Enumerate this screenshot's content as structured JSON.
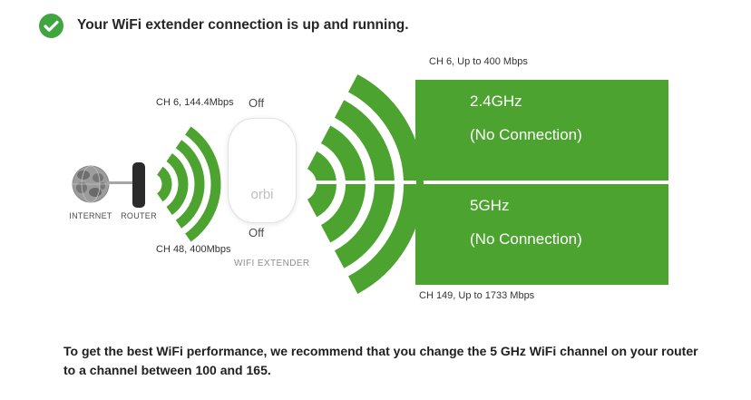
{
  "status": {
    "title": "Your WiFi extender connection is up and running."
  },
  "diagram": {
    "internet_label": "INTERNET",
    "router_label": "ROUTER",
    "extender_label": "WIFI EXTENDER",
    "extender_brand": "orbi",
    "backhaul": {
      "ch24_label": "CH 6, 144.4Mbps",
      "off_top": "Off",
      "off_bottom": "Off",
      "ch5_label": "CH 48, 400Mbps"
    },
    "bands": {
      "top_caption": "CH 6, Up to 400 Mbps",
      "bottom_caption": "CH 149, Up to 1733 Mbps",
      "band_24ghz": {
        "freq": "2.4GHz",
        "status": "(No Connection)"
      },
      "band_5ghz": {
        "freq": "5GHz",
        "status": "(No Connection)"
      }
    }
  },
  "recommendation": {
    "text": "To get the best WiFi performance, we recommend that you change the 5 GHz WiFi channel on your router to a channel between 100 and 165."
  },
  "colors": {
    "green": "#4DA32F",
    "check_green": "#3FA53F",
    "text_dark": "#262626",
    "label_gray": "#8F8F8F"
  }
}
